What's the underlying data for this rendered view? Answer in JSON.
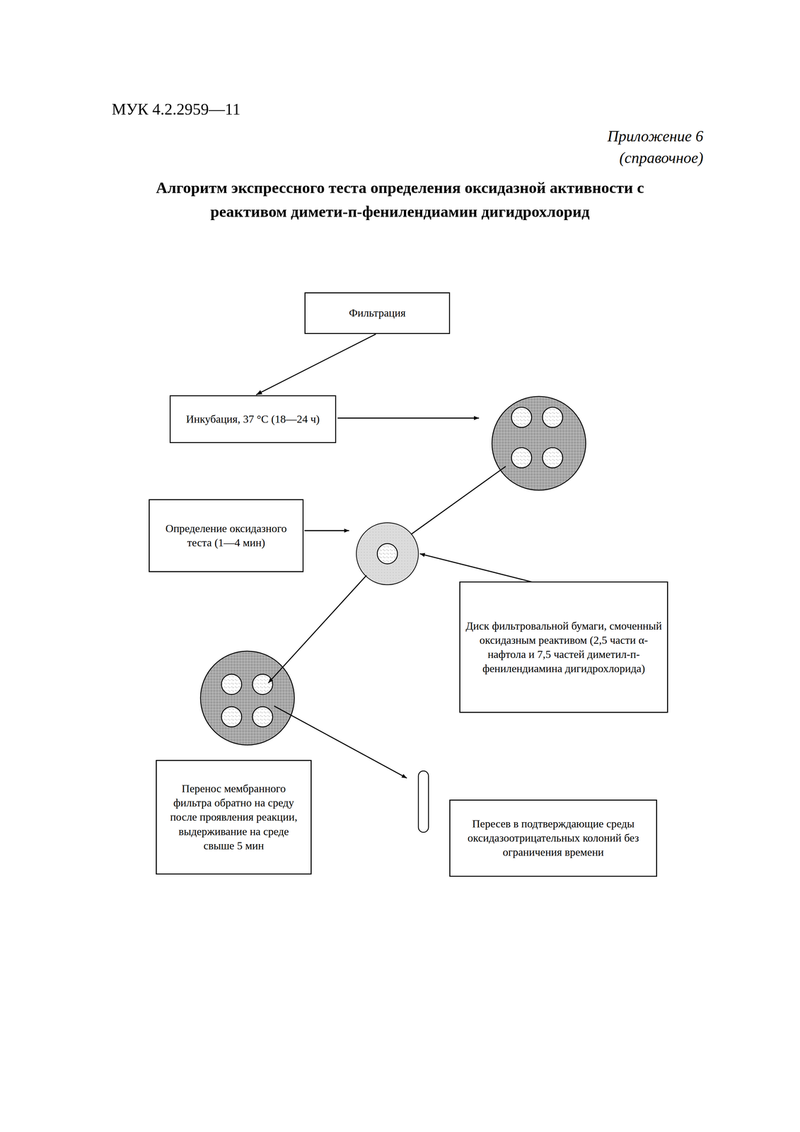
{
  "diagram": {
    "title": "Алгоритм экспрессного теста определения оксидазной активности с реактивом димети-п-фенилендиамин дигидрохлорид",
    "nodes": [
      {
        "text": [
          "Фильтрация"
        ]
      },
      {
        "text": [
          "Инкубация, 37 °С (18—24 ч)"
        ]
      },
      {
        "text": [
          "Определение оксидазного теста (1—4 мин)"
        ]
      },
      {
        "text": [
          "Диск фильтровальной бумаги, смоченный оксидазным реактивом (2,5 части α-нафтола и 7,5 частей диметил-п-фенилендиамина дигидрохлорида)"
        ]
      },
      {
        "text": [
          "Перенос мембранного фильтра обратно на среду после проявления реакции, выдерживание на среде свыше 5 мин"
        ]
      },
      {
        "text": [
          "Пересев в подтверждающие среды оксидазоотрицательных колоний без ограничения времени"
        ]
      }
    ],
    "edges": [
      {
        "from": 0,
        "to": 1,
        "arrow": "to"
      }
    ],
    "labels": [
      "МУК 4.2.2959—11",
      "Приложение 6",
      "(справочное)"
    ]
  }
}
